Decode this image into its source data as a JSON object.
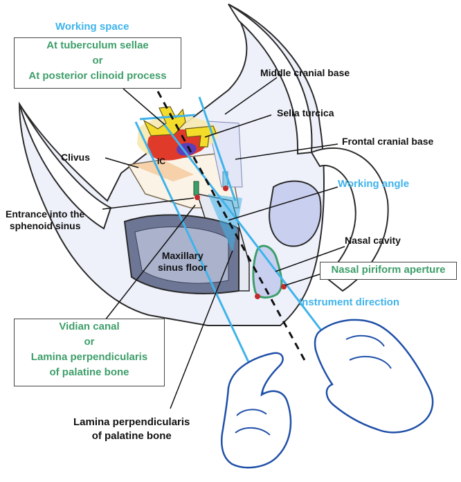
{
  "colors": {
    "label_dark": "#111111",
    "label_blue": "#3fb3ea",
    "label_green": "#3e9e6a",
    "skull_fill": "#eef0fa",
    "sinus_fill": "#6d7795",
    "cavity_fill": "#c9cfee",
    "lesion_red": "#e03a2a",
    "highlight_yellow": "#f4dc2a"
  },
  "labels": {
    "working_space": "Working space",
    "target_box": [
      "At tuberculum sellae",
      "or",
      "At posterior clinoid process"
    ],
    "middle_cranial_base": "Middle cranial base",
    "sella_turcica": "Sella turcica",
    "frontal_cranial_base": "Frontal cranial base",
    "clivus": "Clivus",
    "working_angle": "Working angle",
    "entrance_sphenoid": [
      "Entrance into the",
      "sphenoid sinus"
    ],
    "nasal_cavity": "Nasal cavity",
    "nasal_piriform_aperture": "Nasal piriform aperture",
    "maxillary_sinus_floor": [
      "Maxillary",
      "sinus floor"
    ],
    "instrument_direction": "Instrument direction",
    "vidian_box": [
      "Vidian canal",
      "or",
      "Lamina perpendicularis",
      "of palatine bone"
    ],
    "lamina_bottom": [
      "Lamina perpendicularis",
      "of palatine bone"
    ],
    "ic_mark": "IC"
  }
}
